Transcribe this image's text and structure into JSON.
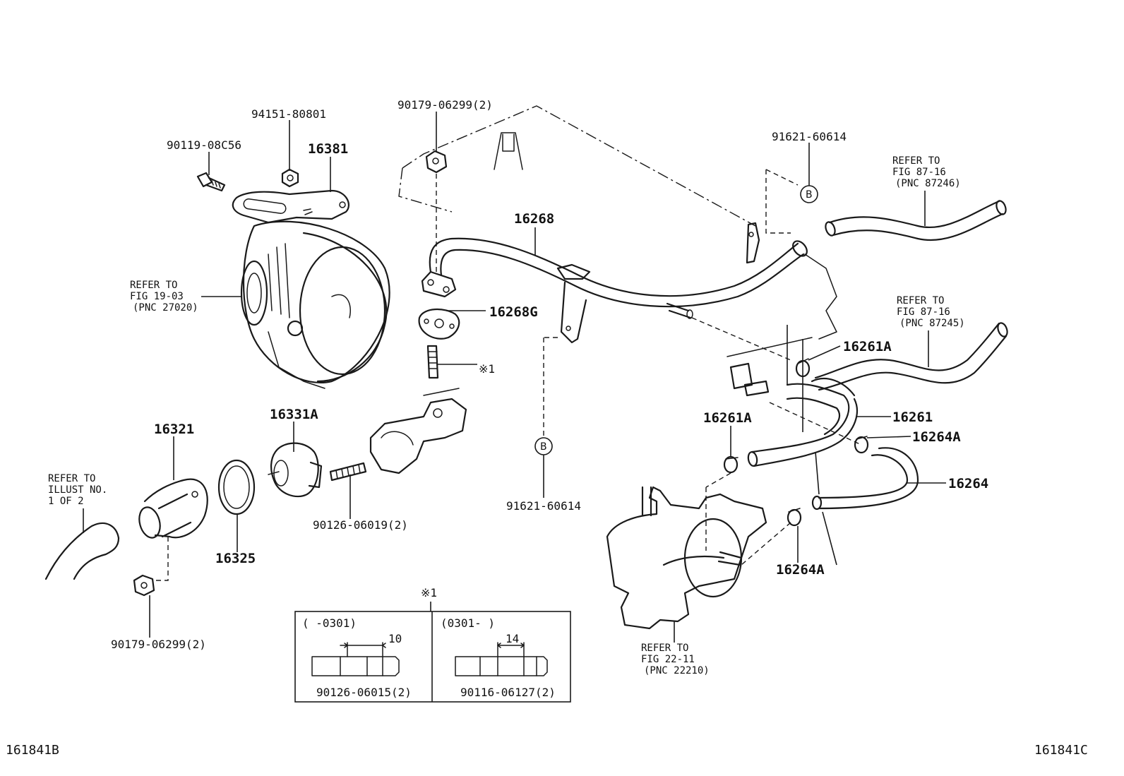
{
  "labels": {
    "p_94151_80801": "94151-80801",
    "p_90119_08c56": "90119-08C56",
    "p_16381": "16381",
    "p_90179_06299_top": "90179-06299(2)",
    "p_91621_60614_top": "91621-60614",
    "p_16268": "16268",
    "p_16268g": "16268G",
    "p_star1": "※1",
    "p_16331a": "16331A",
    "p_16321": "16321",
    "p_16325": "16325",
    "p_90126_06019": "90126-06019(2)",
    "p_90179_06299_bottom": "90179-06299(2)",
    "p_91621_60614_bottom": "91621-60614",
    "p_16261a_top": "16261A",
    "p_16261": "16261",
    "p_16261a_mid": "16261A",
    "p_16264a_right": "16264A",
    "p_16264": "16264",
    "p_16264a_bottom": "16264A",
    "circle_b_top": "B",
    "circle_b_bottom": "B"
  },
  "references": {
    "alternator": [
      "REFER TO",
      "FIG 19-03",
      "(PNC 27020)"
    ],
    "hose_87246": [
      "REFER TO",
      "FIG 87-16",
      "(PNC 87246)"
    ],
    "hose_87245": [
      "REFER TO",
      "FIG 87-16",
      "(PNC 87245)"
    ],
    "illust": [
      "REFER TO",
      "ILLUST NO.",
      "1 OF 2"
    ],
    "injection_pump": [
      "REFER TO",
      "FIG 22-11",
      "(PNC 22210)"
    ]
  },
  "detail_box": {
    "title": "※1",
    "left": {
      "range": "(      -0301)",
      "dim": "10",
      "part": "90126-06015(2)"
    },
    "right": {
      "range": "(0301-      )",
      "dim": "14",
      "part": "90116-06127(2)"
    }
  },
  "footer": {
    "left_code": "161841B",
    "right_code": "161841C"
  }
}
